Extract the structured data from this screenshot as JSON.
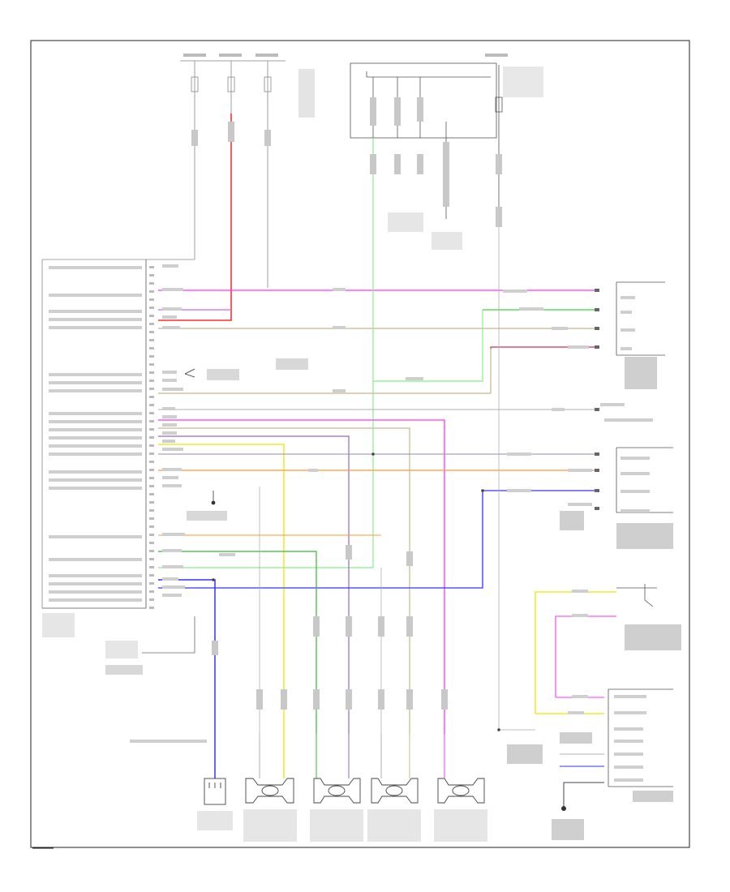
{
  "diagram": {
    "colors": {
      "red": "#ff3030",
      "magenta": "#ff33ff",
      "violet": "#cc66ff",
      "green": "#33dd33",
      "light_green": "#88ee88",
      "yellow": "#e8e800",
      "orange": "#ff9933",
      "blue": "#3333ff",
      "purple": "#9966cc",
      "dark_red": "#cc3355",
      "brown": "#aa8844",
      "tan": "#c8b890",
      "gray_wire": "#b0b0b0",
      "frame": "#222222",
      "text": "#555555"
    },
    "text_legibility": "illegible",
    "components": [
      "pcm-fuse-left",
      "pcm-fuse-right",
      "headlamp-module-box",
      "park-aid-module",
      "instrument-cluster-connector",
      "left-front-sensor",
      "right-rear-sensor",
      "left-rear-outer-sensor",
      "left-rear-inner-sensor",
      "right-rear-inner-sensor",
      "right-rear-outer-sensor",
      "brake-switch",
      "steering-module",
      "ground-symbol-bottom",
      "ground-symbol-mid",
      "ground-symbol-top-right"
    ],
    "page_marker": ""
  }
}
